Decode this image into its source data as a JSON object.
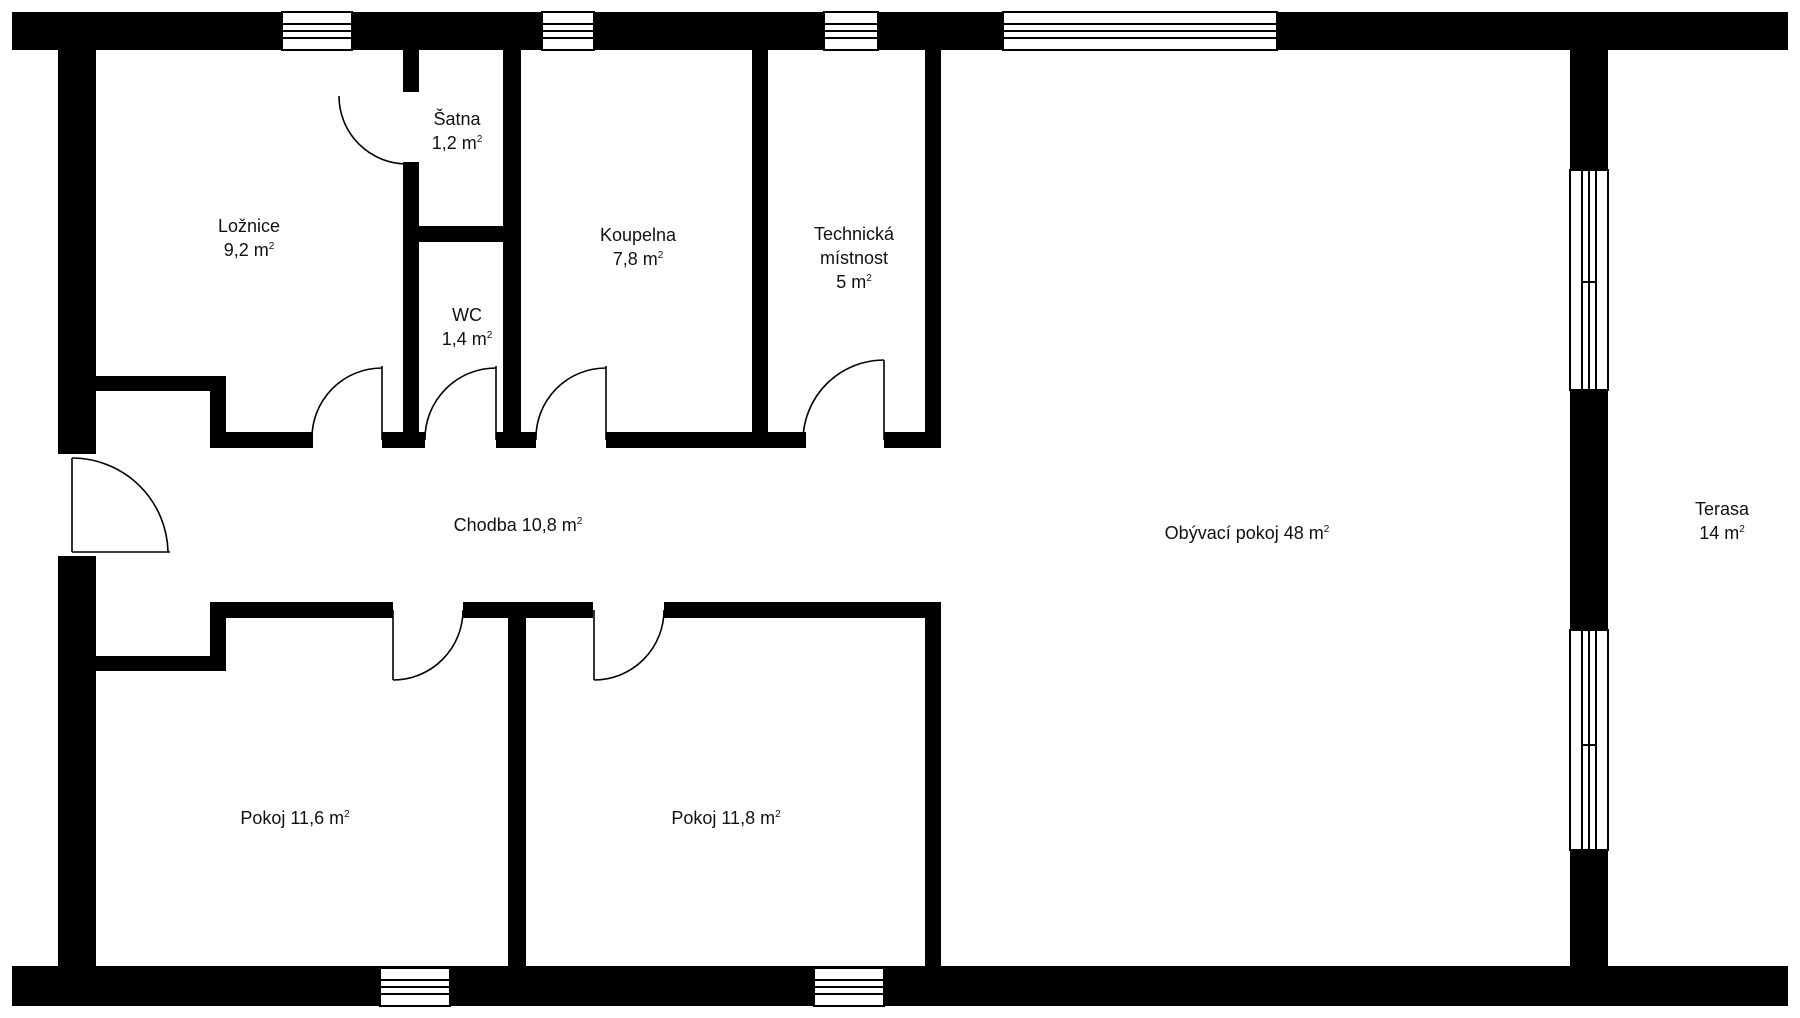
{
  "plan": {
    "rooms": [
      {
        "id": "satna",
        "name": "Šatna",
        "area": "1,2 m",
        "unit_sup": "2"
      },
      {
        "id": "loznice",
        "name": "Ložnice",
        "area": "9,2 m",
        "unit_sup": "2"
      },
      {
        "id": "wc",
        "name": "WC",
        "area": "1,4 m",
        "unit_sup": "2"
      },
      {
        "id": "koupelna",
        "name": "Koupelna",
        "area": "7,8 m",
        "unit_sup": "2"
      },
      {
        "id": "technicka",
        "name_line1": "Technická",
        "name_line2": "místnost",
        "area": "5 m",
        "unit_sup": "2"
      },
      {
        "id": "chodba",
        "label": "Chodba 10,8 m",
        "unit_sup": "2"
      },
      {
        "id": "obyvaci",
        "label": "Obývací pokoj 48 m",
        "unit_sup": "2"
      },
      {
        "id": "terasa",
        "name": "Terasa",
        "area": "14 m",
        "unit_sup": "2"
      },
      {
        "id": "pokoj1",
        "label": "Pokoj 11,6 m",
        "unit_sup": "2"
      },
      {
        "id": "pokoj2",
        "label": "Pokoj 11,8 m",
        "unit_sup": "2"
      }
    ],
    "colors": {
      "wall": "#000000",
      "background": "#ffffff",
      "text": "#111111"
    }
  }
}
